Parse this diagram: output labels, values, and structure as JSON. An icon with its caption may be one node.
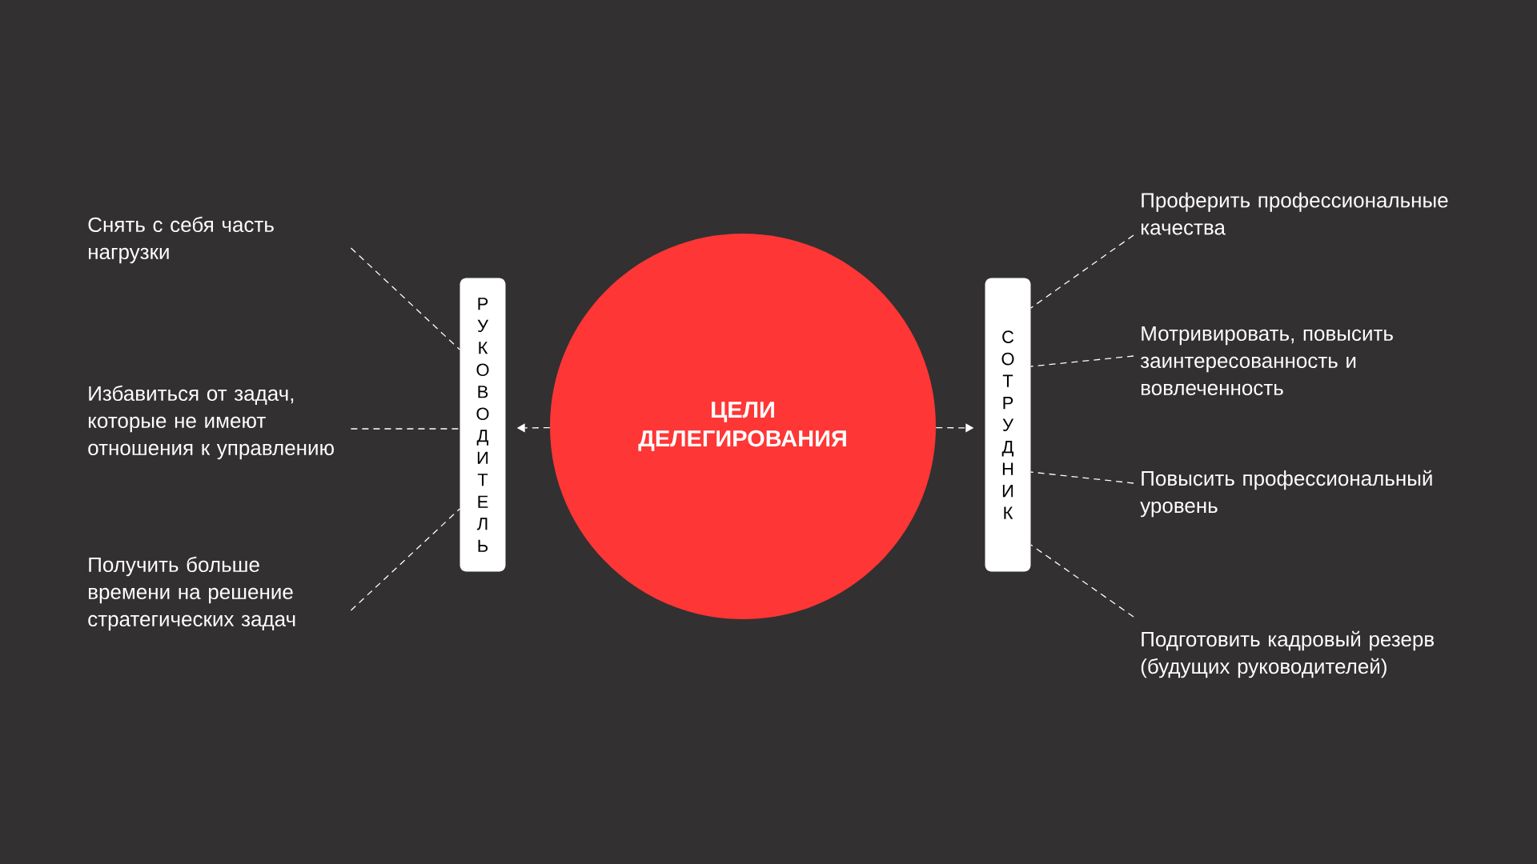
{
  "diagram": {
    "nodes": [
      {
        "text": [
          "ЦЕЛИ ДЕЛЕГИРОВАНИЯ"
        ]
      },
      {
        "text": [
          "РУКОВОДИТЕЛЬ"
        ]
      },
      {
        "text": [
          "СОТРУДНИК"
        ]
      },
      {
        "text": [
          "Снять с себя часть нагрузки"
        ]
      },
      {
        "text": [
          "Избавиться от задач, которые не имеют отношения к управлению"
        ]
      },
      {
        "text": [
          "Получить больше времени на решение стратегических задач"
        ]
      },
      {
        "text": [
          "Проферить профессиональные качества"
        ]
      },
      {
        "text": [
          "Мотривировать, повысить заинтересованность и вовлеченность"
        ]
      },
      {
        "text": [
          "Повысить профессиональный уровень"
        ]
      },
      {
        "text": [
          "Подготовить кадровый резерв (будущих руководителей)"
        ]
      }
    ],
    "edges": [
      {
        "from": 0,
        "to": 1,
        "arrow": "to",
        "style": "dashed"
      },
      {
        "from": 0,
        "to": 2,
        "arrow": "to",
        "style": "dashed"
      },
      {
        "from": 3,
        "to": 1,
        "arrow": "none",
        "style": "dashed"
      },
      {
        "from": 4,
        "to": 1,
        "arrow": "none",
        "style": "dashed"
      },
      {
        "from": 5,
        "to": 1,
        "arrow": "none",
        "style": "dashed"
      },
      {
        "from": 6,
        "to": 2,
        "arrow": "none",
        "style": "dashed"
      },
      {
        "from": 7,
        "to": 2,
        "arrow": "none",
        "style": "dashed"
      },
      {
        "from": 8,
        "to": 2,
        "arrow": "none",
        "style": "dashed"
      },
      {
        "from": 9,
        "to": 2,
        "arrow": "none",
        "style": "dashed"
      }
    ]
  }
}
